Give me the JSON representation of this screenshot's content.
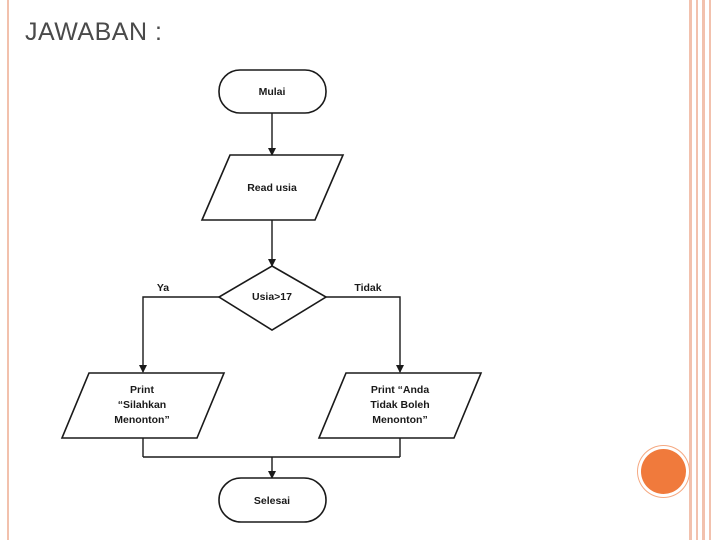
{
  "page": {
    "title": "JAWABAN :"
  },
  "flowchart": {
    "start": "Mulai",
    "input": "Read usia",
    "decision": "Usia>17",
    "yes_label": "Ya",
    "no_label": "Tidak",
    "output_yes": [
      "Print",
      "“Silahkan",
      "Menonton”"
    ],
    "output_no": [
      "Print “Anda",
      "Tidak Boleh",
      "Menonton”"
    ],
    "end": "Selesai"
  },
  "colors": {
    "frame": "#f2c1ad",
    "accent_dot": "#f07a3c",
    "title_text": "#4a4a4a"
  }
}
